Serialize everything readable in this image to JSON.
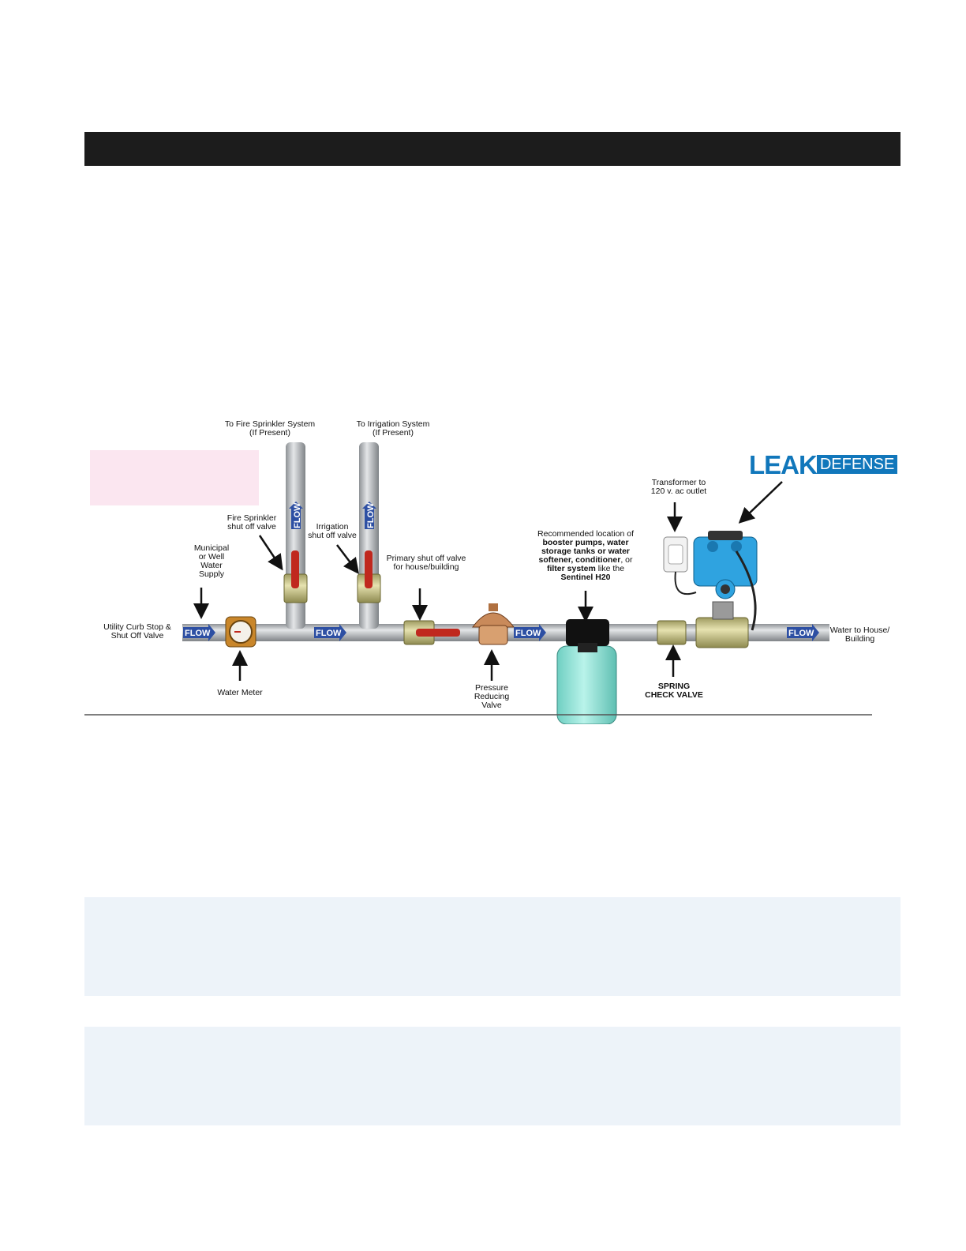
{
  "logo": {
    "leak": "LEAK",
    "defense": "DEFENSE"
  },
  "flow_text": "FLOW",
  "labels": {
    "fire_system": [
      "To Fire Sprinkler System",
      "(If Present)"
    ],
    "irrigation_system": [
      "To Irrigation System",
      "(If Present)"
    ],
    "fire_valve": [
      "Fire Sprinkler",
      "shut off valve"
    ],
    "irrigation_valve": [
      "Irrigation",
      "shut off valve"
    ],
    "municipal": [
      "Municipal",
      "or Well",
      "Water",
      "Supply"
    ],
    "primary_valve": [
      "Primary shut off valve",
      "for house/building"
    ],
    "recommended_intro": "Recommended location of",
    "recommended_bold_1": "booster pumps, water",
    "recommended_bold_2": "storage tanks or water",
    "recommended_bold_3": "softener, conditioner",
    "recommended_or": ", or",
    "recommended_bold_4": "filter system",
    "recommended_like": " like the",
    "recommended_bold_5": "Sentinel H20",
    "transformer": [
      "Transformer  to",
      "120 v. ac outlet"
    ],
    "curb_stop": [
      "Utility Curb Stop &",
      "Shut Off Valve"
    ],
    "water_house": [
      "Water to House/",
      "Building"
    ],
    "water_meter": "Water Meter",
    "prv": [
      "Pressure",
      "Reducing",
      "Valve"
    ],
    "check_valve": [
      "SPRING",
      "CHECK VALVE"
    ]
  },
  "colors": {
    "header_bar": "#1c1c1c",
    "info_box": "#edf3f9",
    "pipe": "#b9bcc0",
    "flow_arrow": "#2d4fa3",
    "valve_handle": "#c0281e",
    "brass_fitting": "#c8c48a",
    "tank": "#8fe3d7",
    "actuator": "#2fa3e0",
    "logo_blue": "#1177bb",
    "pink_note": "#fbe6f0"
  }
}
